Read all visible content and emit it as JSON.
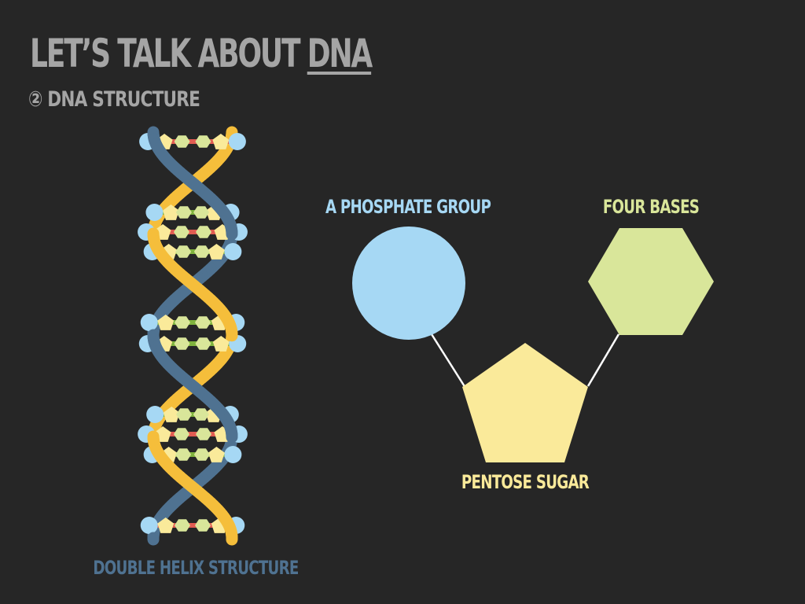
{
  "slide": {
    "title_prefix": "LET’S TALK ABOUT ",
    "title_highlight": "DNA",
    "subtitle": "② DNA STRUCTURE"
  },
  "components": {
    "phosphate_label": "A PHOSPHATE GROUP",
    "bases_label": "FOUR BASES",
    "sugar_label": "PENTOSE SUGAR"
  },
  "helix": {
    "label": "DOUBLE HELIX STRUCTURE"
  },
  "colors": {
    "background": "#262626",
    "title_gray": "#a5a5a5",
    "phosphate_blue": "#a6d8f4",
    "base_green": "#d9e69a",
    "sugar_yellow": "#faea9a",
    "strand_blue": "#4f7291",
    "strand_yellow": "#f5be3b",
    "rung_green": "#7fb33d",
    "rung_red": "#e05c52",
    "connector_white": "#ffffff"
  }
}
